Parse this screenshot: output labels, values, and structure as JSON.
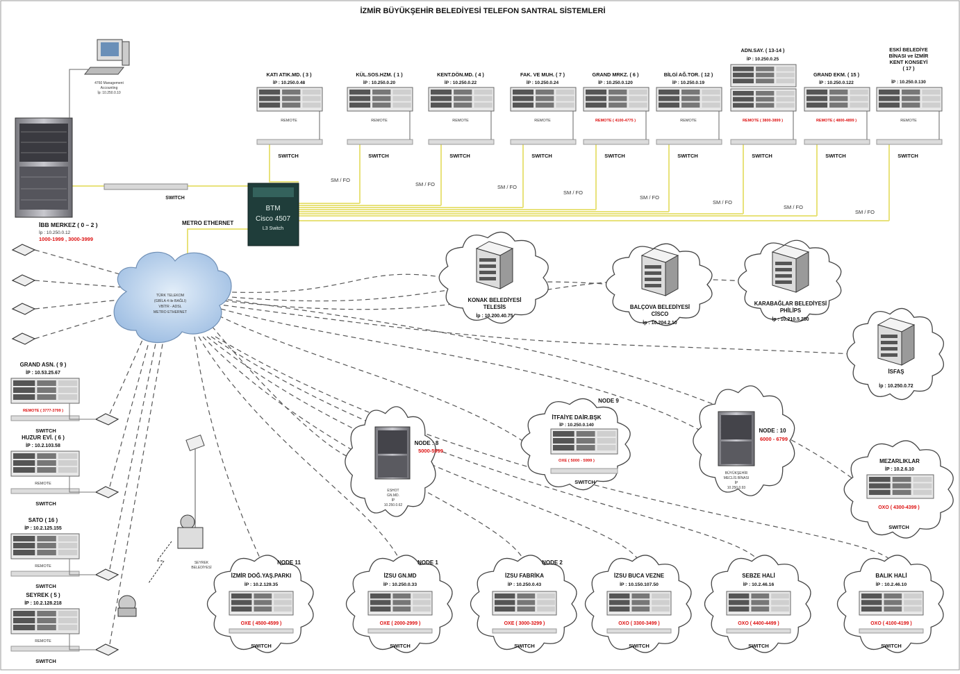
{
  "title": "İZMİR BÜYÜKŞEHİR BELEDİYESİ TELEFON SANTRAL SİSTEMLERİ",
  "core": {
    "btm_line1": "BTM",
    "btm_line2": "Cisco 4507",
    "btm_line3": "L3 Switch",
    "metro_label": "METRO ETHERNET",
    "cloud_text": [
      "TÜRK TELEKOM",
      "(GBİLA 4 ile BAĞLI)",
      "VBİTR - ADSL",
      "METRO ETHERNET"
    ],
    "ibb_name": "İBB MERKEZ ( 0 – 2 )",
    "ibb_ip": "İp : 10.250.0.12",
    "ibb_range": "1000-1999 , 3000-3999",
    "mgmt_label": [
      "4760 Management",
      "Accounting",
      "İp: 10.250.0.10"
    ],
    "central_switch": "SWITCH"
  },
  "fiber_label": "SM / FO",
  "top_sites": [
    {
      "name": "KATI ATIK.MD. ( 3 )",
      "ip": "İP : 10.250.0.48",
      "remote": "REMOTE"
    },
    {
      "name": "KÜL.SOS.HZM. ( 1 )",
      "ip": "İP : 10.250.0.20",
      "remote": "REMOTE"
    },
    {
      "name": "KENT.DÖN.MD. ( 4 )",
      "ip": "İP : 10.250.0.22",
      "remote": "REMOTE"
    },
    {
      "name": "FAK. VE MUH. ( 7 )",
      "ip": "İP : 10.250.0.24",
      "remote": "REMOTE"
    },
    {
      "name": "GRAND MRKZ. ( 6 )",
      "ip": "İP : 10.250.0.120",
      "remote": "REMOTE ( 4100-4775 )"
    },
    {
      "name": "BİLGİ AĞ.TOR. ( 12 )",
      "ip": "İP : 10.250.0.19",
      "remote": "REMOTE"
    },
    {
      "name": "ADN.SAY. ( 13-14 )",
      "ip": "İP : 10.250.0.25",
      "remote": "REMOTE ( 3800-3899 )"
    },
    {
      "name": "GRAND EKM. ( 15 )",
      "ip": "İP : 10.250.0.122",
      "remote": "REMOTE ( 4800-4899 )"
    },
    {
      "name": "ESKİ BELEDİYE BİNASI ve İZMİR KENT KONSEYİ ( 17 )",
      "ip": "İP : 10.250.0.130",
      "remote": "REMOTE"
    }
  ],
  "switch_label": "SWITCH",
  "left_sites": [
    {
      "name": "GRAND ASN. ( 9 )",
      "ip": "İP : 10.53.25.67",
      "remote": "REMOTE ( 3777-3799 )"
    },
    {
      "name": "HUZUR EVİ. ( 6 )",
      "ip": "İP : 10.2.103.58",
      "remote": "REMOTE"
    },
    {
      "name": "SATO ( 16 )",
      "ip": "İP : 10.2.125.155",
      "remote": "REMOTE"
    },
    {
      "name": "SEYREK ( 5 )",
      "ip": "İP : 10.2.128.218",
      "remote": "REMOTE"
    }
  ],
  "seyrek_label": [
    "SEYREK",
    "BELEDİYESİ"
  ],
  "servers": [
    {
      "name": "KONAK BELEDİYESİ",
      "sub": "TELESİS",
      "ip": "İp : 10.200.40.75"
    },
    {
      "name": "BALÇOVA BELEDİYESİ",
      "sub": "CİSCO",
      "ip": "İp : 10.204.2.10"
    },
    {
      "name": "KARABAĞLAR BELEDİYESİ",
      "sub": "PHİLİPS",
      "ip": "İp : 10.210.5.250"
    },
    {
      "name": "İSFAŞ",
      "sub": "",
      "ip": "İp : 10.250.0.72"
    }
  ],
  "nodes_mid": [
    {
      "node": "NODE : 8",
      "range": "5000-5999",
      "caption": [
        "ESHOT",
        "GN.MD.",
        "İP",
        "10.250.0.62"
      ]
    },
    {
      "node": "NODE 9",
      "name": "İTFAİYE DAİR.BŞK",
      "ip": "İP : 10.250.0.140",
      "oxe": "OXE ( 5000 - 5999 )"
    },
    {
      "node": "NODE : 10",
      "range": "6000 - 6799",
      "caption": [
        "BÜYÜKŞEHİR",
        "MECLİS BİNASI",
        "İP",
        "10.250.0.93"
      ]
    }
  ],
  "mezarliklar": {
    "name": "MEZARLIKLAR",
    "ip": "İP : 10.2.6.10",
    "oxo": "OXO ( 4300-4399 )"
  },
  "bottom_sites": [
    {
      "node": "NODE 11",
      "name": "İZMİR DOĞ.YAŞ.PARKI",
      "ip": "İP : 10.2.129.35",
      "code": "OXE ( 4500-4599 )"
    },
    {
      "node": "NODE 1",
      "name": "İZSU GN.MD",
      "ip": "İP : 10.250.0.33",
      "code": "OXE ( 2000-2999 )"
    },
    {
      "node": "NODE 2",
      "name": "İZSU FABRİKA",
      "ip": "İP : 10.250.0.43",
      "code": "OXE ( 3000-3299 )"
    },
    {
      "node": "",
      "name": "İZSU BUCA VEZNE",
      "ip": "İP : 10.150.107.50",
      "code": "OXO ( 3300-3499 )"
    },
    {
      "node": "",
      "name": "SEBZE HALİ",
      "ip": "İP : 10.2.46.16",
      "code": "OXO ( 4400-4499 )"
    },
    {
      "node": "",
      "name": "BALIK HALİ",
      "ip": "İP : 10.2.46.10",
      "code": "OXO ( 4100-4199 )"
    }
  ],
  "colors": {
    "fiber": "#e8e27a",
    "dashed": "#555555",
    "cloud_fill": "#bcd4ee",
    "btm_fill": "#1f3d3a",
    "red": "#dd1111"
  }
}
